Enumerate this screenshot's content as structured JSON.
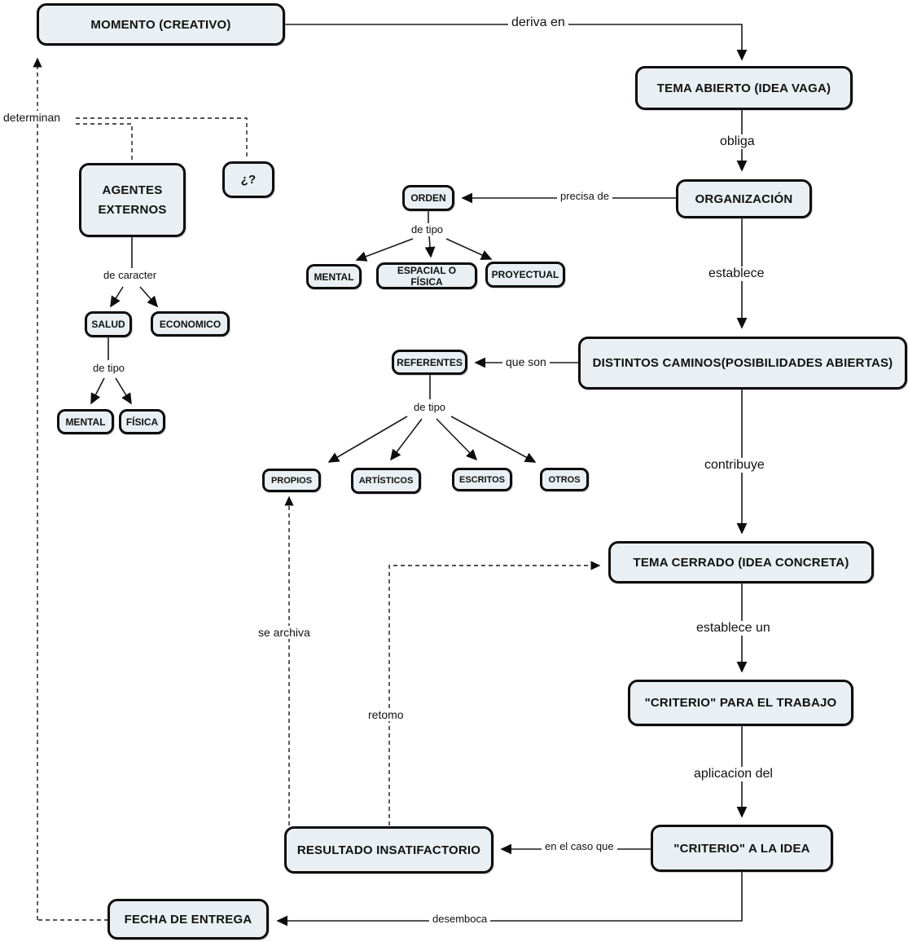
{
  "diagram": {
    "type": "concept-map",
    "colors": {
      "node_fill": "#e9eff2",
      "node_border": "#0d0d0d",
      "line": "#1a1a1a"
    },
    "nodes": {
      "momento": {
        "label": "MOMENTO (CREATIVO)"
      },
      "tema_abierto": {
        "label": "TEMA ABIERTO (IDEA VAGA)"
      },
      "organizacion": {
        "label": "ORGANIZACIÓN"
      },
      "orden": {
        "label": "ORDEN"
      },
      "mental_orden": {
        "label": "MENTAL"
      },
      "espacial": {
        "label": "ESPACIAL O FÍSICA"
      },
      "proyectual": {
        "label": "PROYECTUAL"
      },
      "agentes": {
        "label": "AGENTES EXTERNOS"
      },
      "interrogante": {
        "label": "¿?"
      },
      "salud": {
        "label": "SALUD"
      },
      "economico": {
        "label": "ECONOMICO"
      },
      "mental_salud": {
        "label": "MENTAL"
      },
      "fisica": {
        "label": "FÍSICA"
      },
      "distintos": {
        "label": "DISTINTOS CAMINOS(POSIBILIDADES ABIERTAS)"
      },
      "referentes": {
        "label": "REFERENTES"
      },
      "propios": {
        "label": "PROPIOS"
      },
      "artisticos": {
        "label": "ARTÍSTICOS"
      },
      "escritos": {
        "label": "ESCRITOS"
      },
      "otros": {
        "label": "OTROS"
      },
      "tema_cerrado": {
        "label": "TEMA CERRADO (IDEA CONCRETA)"
      },
      "criterio_trabajo": {
        "label": "\"CRITERIO\" PARA EL TRABAJO"
      },
      "criterio_idea": {
        "label": "\"CRITERIO\" A LA IDEA"
      },
      "resultado": {
        "label": "RESULTADO INSATIFACTORIO"
      },
      "fecha": {
        "label": "FECHA DE ENTREGA"
      }
    },
    "edges": {
      "deriva_en": {
        "label": "deriva en",
        "from": "momento",
        "to": "tema_abierto",
        "style": "solid"
      },
      "obliga": {
        "label": "obliga",
        "from": "tema_abierto",
        "to": "organizacion",
        "style": "solid"
      },
      "precisa_de": {
        "label": "precisa de",
        "from": "organizacion",
        "to": "orden",
        "style": "solid"
      },
      "de_tipo_orden": {
        "label": "de tipo",
        "from": "orden",
        "to": "mental_orden / espacial / proyectual",
        "style": "solid"
      },
      "establece": {
        "label": "establece",
        "from": "organizacion",
        "to": "distintos",
        "style": "solid"
      },
      "que_son": {
        "label": "que son",
        "from": "distintos",
        "to": "referentes",
        "style": "solid"
      },
      "de_tipo_ref": {
        "label": "de tipo",
        "from": "referentes",
        "to": "propios / artisticos / escritos / otros",
        "style": "solid"
      },
      "contribuye": {
        "label": "contribuye",
        "from": "distintos",
        "to": "tema_cerrado",
        "style": "solid"
      },
      "establece_un": {
        "label": "establece un",
        "from": "tema_cerrado",
        "to": "criterio_trabajo",
        "style": "solid"
      },
      "aplicacion_del": {
        "label": "aplicacion del",
        "from": "criterio_trabajo",
        "to": "criterio_idea",
        "style": "solid"
      },
      "en_el_caso_que": {
        "label": "en el caso que",
        "from": "criterio_idea",
        "to": "resultado",
        "style": "solid"
      },
      "desemboca": {
        "label": "desemboca",
        "from": "criterio_idea",
        "to": "fecha",
        "style": "solid"
      },
      "determinan": {
        "label": "determinan",
        "from": "agentes / interrogante / fecha",
        "to": "momento",
        "style": "dashed"
      },
      "de_caracter": {
        "label": "de caracter",
        "from": "agentes",
        "to": "salud / economico",
        "style": "solid"
      },
      "de_tipo_salud": {
        "label": "de tipo",
        "from": "salud",
        "to": "mental_salud / fisica",
        "style": "solid"
      },
      "se_archiva": {
        "label": "se archiva",
        "from": "resultado",
        "to": "propios",
        "style": "dashed"
      },
      "retomo": {
        "label": "retomo",
        "from": "resultado",
        "to": "tema_cerrado",
        "style": "dashed"
      }
    }
  }
}
